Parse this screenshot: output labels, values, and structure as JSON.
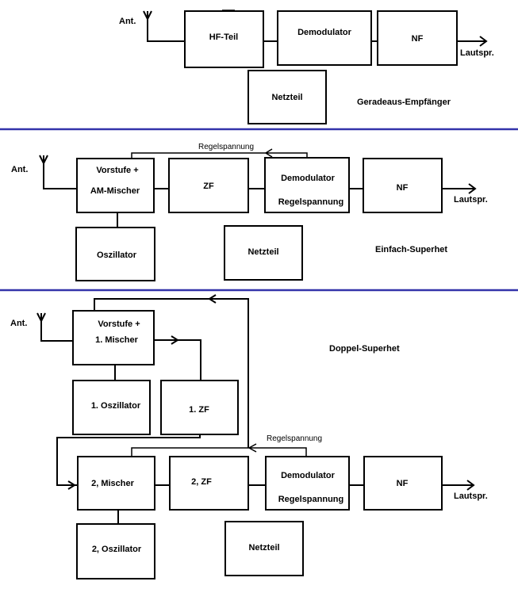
{
  "common": {
    "antenna_label": "Ant.",
    "speaker_label": "Lautspr."
  },
  "geradeaus": {
    "title": "Geradeaus-Empfänger",
    "hf": "HF-Teil",
    "demod": "Demodulator",
    "nf": "NF",
    "netzteil": "Netzteil"
  },
  "einfach": {
    "title": "Einfach-Superhet",
    "vorstufe_1": "Vorstufe +",
    "vorstufe_2": "AM-Mischer",
    "zf": "ZF",
    "demod_1": "Demodulator",
    "demod_2": "Regelspannung",
    "nf": "NF",
    "oszillator": "Oszillator",
    "netzteil": "Netzteil",
    "regel_label": "Regelspannung"
  },
  "doppel": {
    "title": "Doppel-Superhet",
    "vorstufe_1": "Vorstufe +",
    "vorstufe_2": "1.  Mischer",
    "osz1": "1.  Oszillator",
    "zf1": "1.  ZF",
    "mischer2": "2,  Mischer",
    "zf2": "2,  ZF",
    "demod_1": "Demodulator",
    "demod_2": "Regelspannung",
    "nf": "NF",
    "osz2": "2,  Oszillator",
    "netzteil": "Netzteil",
    "regel_label": "Regelspannung"
  },
  "colors": {
    "separator": "#3333aa"
  }
}
